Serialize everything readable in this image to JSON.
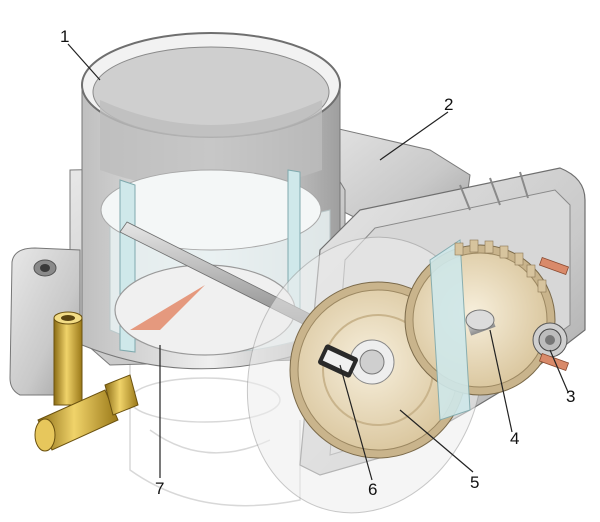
{
  "diagram": {
    "callouts": [
      {
        "id": "1",
        "label": "1"
      },
      {
        "id": "2",
        "label": "2"
      },
      {
        "id": "3",
        "label": "3"
      },
      {
        "id": "4",
        "label": "4"
      },
      {
        "id": "5",
        "label": "5"
      },
      {
        "id": "6",
        "label": "6"
      },
      {
        "id": "7",
        "label": "7"
      }
    ]
  },
  "colors": {
    "housing": "#cfcfcf",
    "housing_dark": "#9a9a9a",
    "bore_inner": "#bdbdbd",
    "gear": "#e9dcc0",
    "gear_dark": "#c8b48f",
    "brass": "#c9a43a",
    "shaft": "#b5b5b5",
    "accent_copper": "#d98a6a",
    "translucent_blue": "#d6ecee"
  }
}
